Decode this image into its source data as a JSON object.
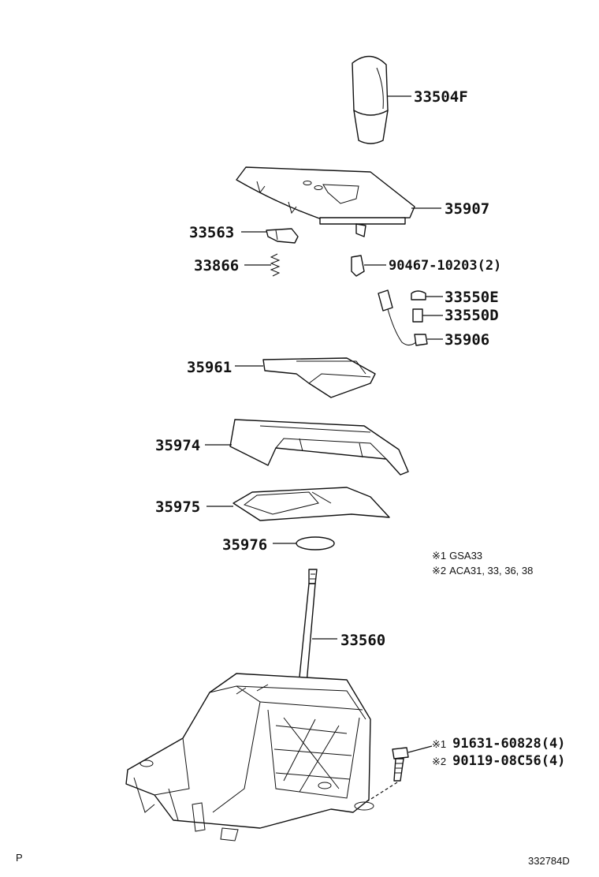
{
  "diagram": {
    "parts": [
      {
        "id": "33504F",
        "label": "33504F"
      },
      {
        "id": "35907",
        "label": "35907"
      },
      {
        "id": "33563",
        "label": "33563"
      },
      {
        "id": "33866",
        "label": "33866"
      },
      {
        "id": "90467",
        "label": "90467-10203(2)"
      },
      {
        "id": "33550E",
        "label": "33550E"
      },
      {
        "id": "33550D",
        "label": "33550D"
      },
      {
        "id": "35906",
        "label": "35906"
      },
      {
        "id": "35961",
        "label": "35961"
      },
      {
        "id": "35974",
        "label": "35974"
      },
      {
        "id": "35975",
        "label": "35975"
      },
      {
        "id": "35976",
        "label": "35976"
      },
      {
        "id": "33560",
        "label": "33560"
      }
    ],
    "notes": [
      {
        "mark": "※1",
        "text": "GSA33"
      },
      {
        "mark": "※2",
        "text": "ACA31, 33, 36, 38"
      }
    ],
    "bolts": [
      {
        "mark": "※1",
        "label": "91631-60828(4)"
      },
      {
        "mark": "※2",
        "label": "90119-08C56(4)"
      }
    ],
    "footer": {
      "left": "P",
      "right": "332784D"
    }
  }
}
